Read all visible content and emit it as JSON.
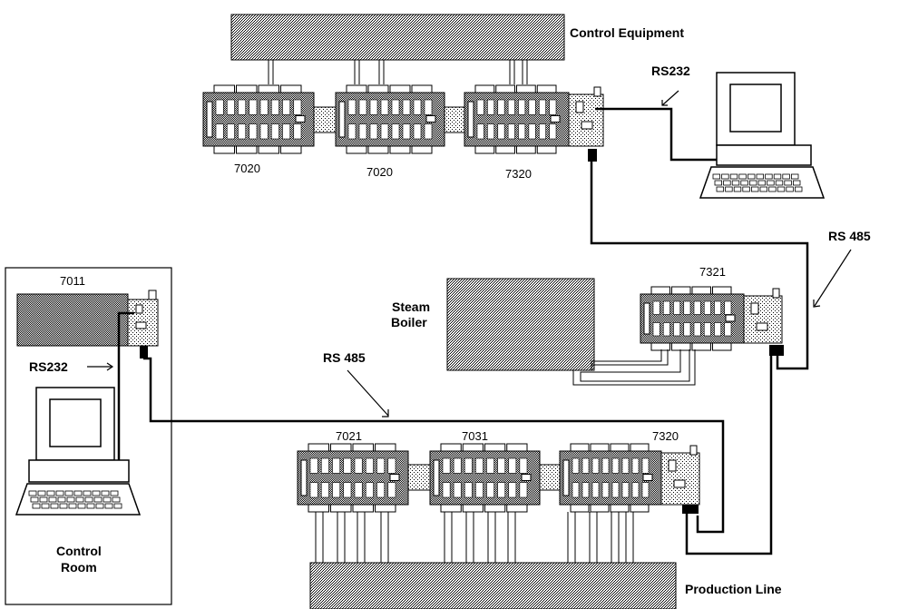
{
  "labels": {
    "control_equipment": "Control Equipment",
    "rs232_top": "RS232",
    "rs485_right": "RS 485",
    "steam_boiler_line1": "Steam",
    "steam_boiler_line2": "Boiler",
    "rs485_mid": "RS 485",
    "rs232_left": "RS232",
    "control_room_line1": "Control",
    "control_room_line2": "Room",
    "production_line": "Production Line"
  },
  "modules": {
    "top_1": "7020",
    "top_2": "7020",
    "top_3": "7320",
    "mid": "7321",
    "room": "7011",
    "bot_1": "7021",
    "bot_2": "7031",
    "bot_3": "7320"
  }
}
